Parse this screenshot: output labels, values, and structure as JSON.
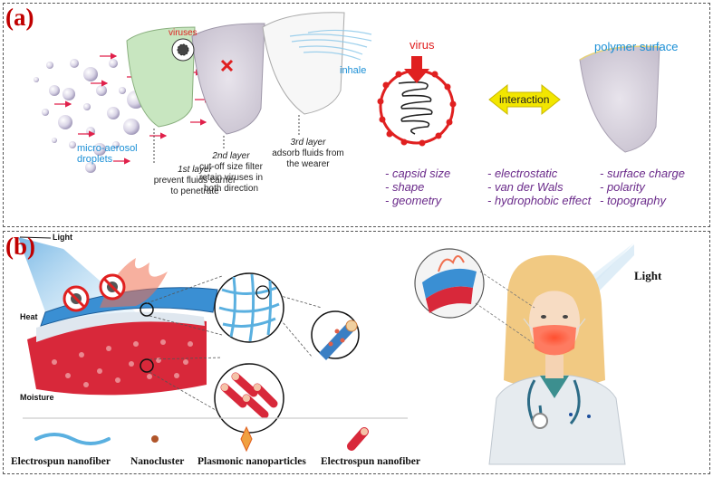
{
  "panel_a": {
    "label": "(a)",
    "viruses": "viruses",
    "inhale": "inhale",
    "droplets": [
      "micro-aerosol",
      "droplets"
    ],
    "layer1": [
      "1st layer",
      "prevent fluids carrier",
      "to penetrate"
    ],
    "layer2": [
      "2nd layer",
      "cut-off size filter",
      "retain viruses in",
      "both direction"
    ],
    "layer3": [
      "3rd layer",
      "adsorb fluids from",
      "the wearer"
    ],
    "virus_label": "virus",
    "polymer_label": "polymer surface",
    "interaction": "interaction",
    "virus_props": [
      "- capsid size",
      "- shape",
      "- geometry"
    ],
    "interaction_props": [
      "- electrostatic",
      "- van der Wals",
      "- hydrophobic effect"
    ],
    "surface_props": [
      "- surface charge",
      "- polarity",
      "- topography"
    ]
  },
  "panel_b": {
    "label": "(b)",
    "light_left": "Light",
    "heat": "Heat",
    "moisture": "Moisture",
    "light_right": "Light",
    "legend": [
      "Electrospun nanofiber",
      "Nanocluster",
      "Plasmonic nanoparticles",
      "Electrospun nanofiber"
    ]
  },
  "colors": {
    "label_red": "#c00000",
    "blue_text": "#1a8fd6",
    "purple_text": "#6a2a8a",
    "virus_red": "#e02020",
    "interaction_yellow": "#f2e600"
  }
}
